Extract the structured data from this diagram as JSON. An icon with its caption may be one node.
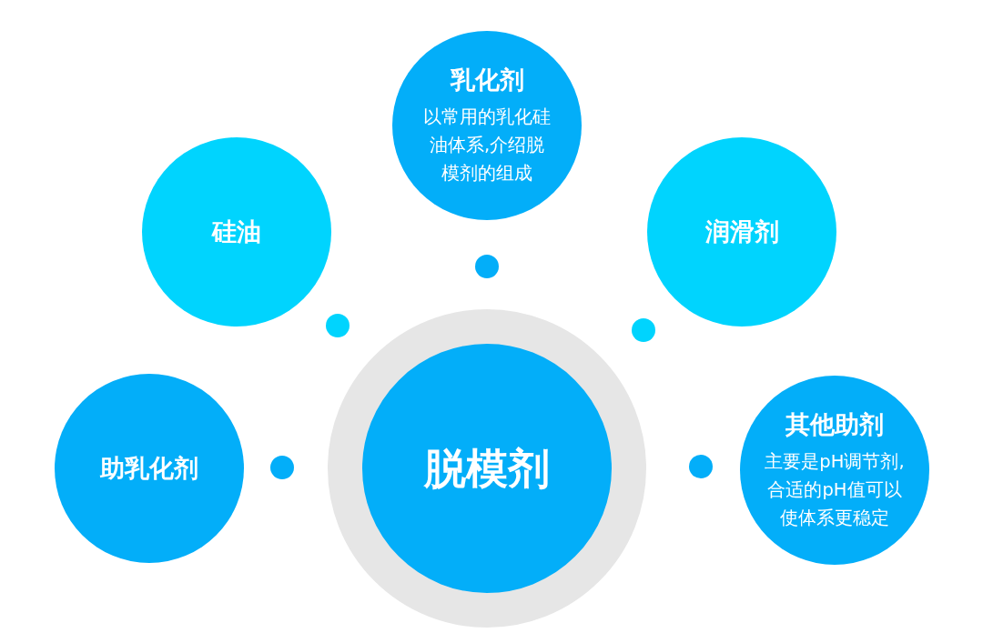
{
  "diagram": {
    "nodes": [
      {
        "text": [
          "乳化剂",
          "以常用的乳化硅油体系,介绍脱模剂的组成"
        ]
      },
      {
        "text": [
          "硅油"
        ]
      },
      {
        "text": [
          "润滑剂"
        ]
      },
      {
        "text": [
          "助乳化剂"
        ]
      },
      {
        "text": [
          "脱模剂"
        ]
      },
      {
        "text": [
          "其他助剂",
          "主要是pH调节剂,合适的pH值可以使体系更稳定"
        ]
      }
    ]
  }
}
